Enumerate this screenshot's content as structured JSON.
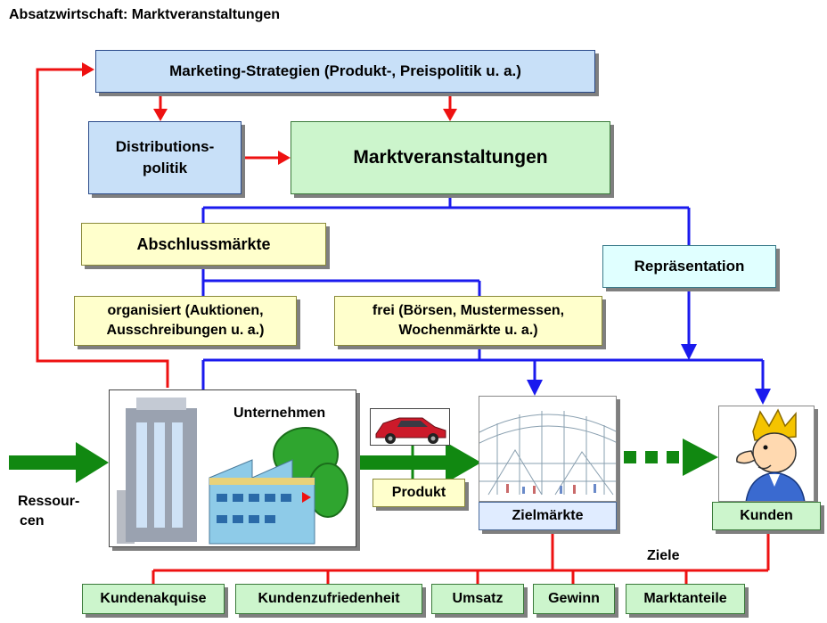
{
  "title": "Absatzwirtschaft: Marktveranstaltungen",
  "nodes": {
    "strategien": "Marketing-Strategien (Produkt-, Preispolitik u. a.)",
    "distribution_line1": "Distributions-",
    "distribution_line2": "politik",
    "marktveranstaltungen": "Marktveranstaltungen",
    "abschlussmaerkte": "Abschlussmärkte",
    "repraesentation": "Repräsentation",
    "organisiert_line1": "organisiert (Auktionen,",
    "organisiert_line2": "Ausschreibungen u. a.)",
    "frei_line1": "frei (Börsen, Mustermessen,",
    "frei_line2": "Wochenmärkte u. a.)",
    "unternehmen": "Unternehmen",
    "produkt": "Produkt",
    "zielmaerkte": "Zielmärkte",
    "kunden": "Kunden",
    "ressourcen_line1": "Ressour-",
    "ressourcen_line2": "cen",
    "ziele": "Ziele"
  },
  "goals": [
    "Kundenakquise",
    "Kundenzufriedenheit",
    "Umsatz",
    "Gewinn",
    "Marktanteile"
  ],
  "icons": [
    "building-factory-icon",
    "car-icon",
    "market-hall-icon",
    "customer-king-icon"
  ],
  "colors": {
    "red_arrow": "#ee1111",
    "blue_line": "#1a1aee",
    "green_arrow": "#118811",
    "light_blue_fill": "#c8e0f8",
    "light_green_fill": "#ccf5cc",
    "light_yellow_fill": "#ffffcc",
    "light_cyan_fill": "#e0ffff"
  }
}
